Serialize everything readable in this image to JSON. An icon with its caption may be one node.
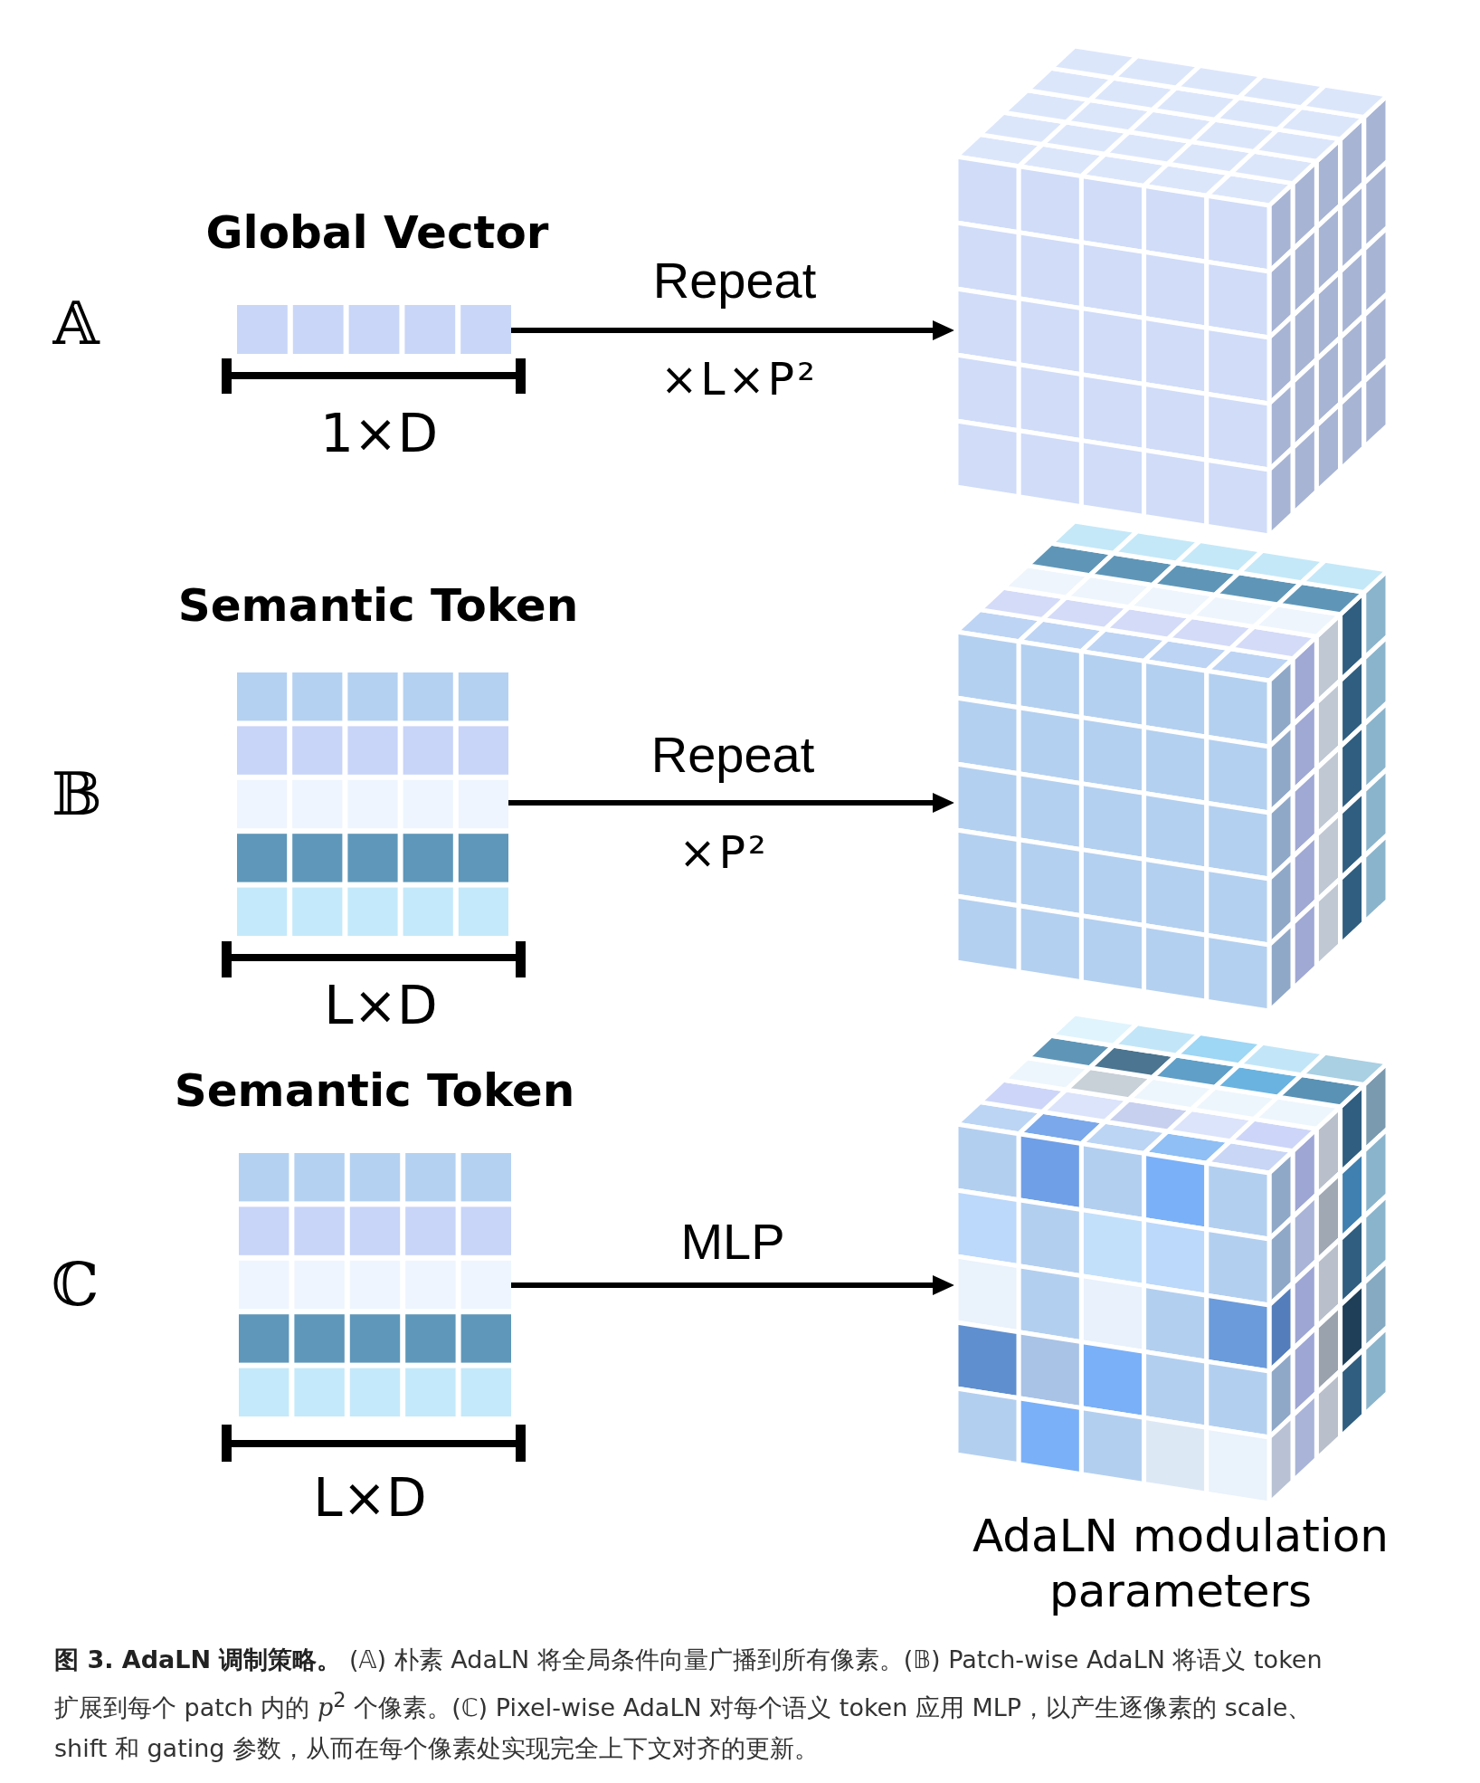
{
  "diagram": {
    "nodes": [
      {
        "text": [
          "Global Vector"
        ]
      },
      {
        "text": [],
        "shape": "bar"
      },
      {
        "text": [],
        "shape": "cube"
      },
      {
        "text": [
          "Semantic Token"
        ]
      },
      {
        "text": [],
        "shape": "bar"
      },
      {
        "text": [],
        "shape": "cube"
      },
      {
        "text": [
          "Semantic Token"
        ]
      },
      {
        "text": [],
        "shape": "bar"
      },
      {
        "text": [],
        "shape": "cube",
        "beside": [
          "AdaLN modulation parameters"
        ]
      }
    ],
    "edges": [
      {
        "from": 0,
        "to": 2,
        "arrow": "to",
        "label": "Repeat"
      },
      {
        "from": 3,
        "to": 5,
        "arrow": "to",
        "label": "Repeat"
      },
      {
        "from": 6,
        "to": 8,
        "arrow": "to",
        "label": "MLP"
      }
    ],
    "labels": [
      "𝔸",
      "×L×P²",
      "1×D",
      "𝔹",
      "×P²",
      "L×D",
      "ℂ",
      "L×D"
    ],
    "caption": "**图 3. AdaLN 调制策略。** (𝔸) 朴素 AdaLN 将全局条件向量广播到所有像素。(𝔹) Patch-wise AdaLN 将语义 token 扩展到每个 patch 内的 *p*$^{2}$ 个像素。(ℂ) Pixel-wise AdaLN 对每个语义 token 应用 MLP，以产生逐像素的 scale、shift 和 gating 参数，从而在每个像素处实现完全上下文对齐的更新。"
  }
}
